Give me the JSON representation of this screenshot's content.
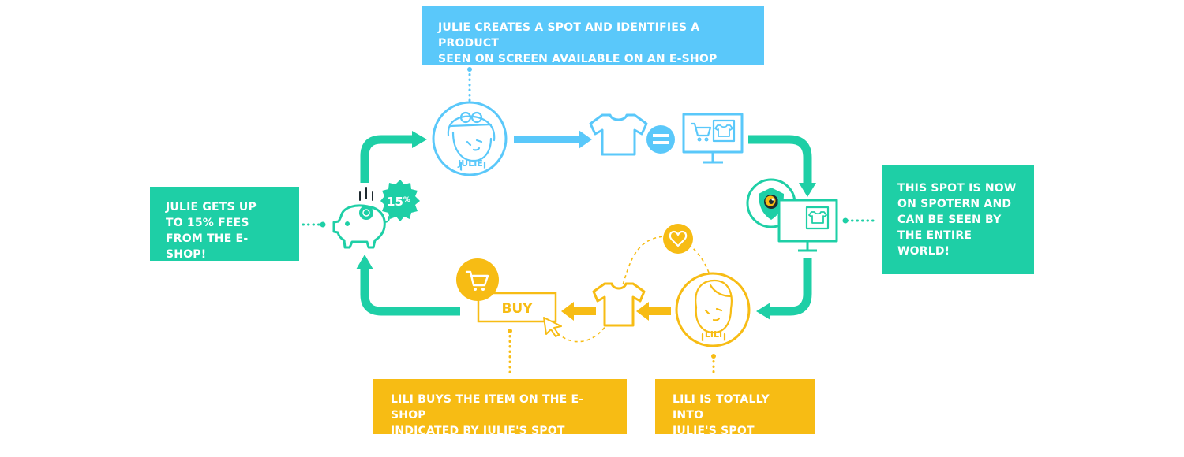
{
  "captions": {
    "top": {
      "line1": "JULIE CREATES A SPOT AND IDENTIFIES A PRODUCT",
      "line2": "SEEN ON SCREEN AVAILABLE ON AN E-SHOP"
    },
    "left": {
      "line1": "JULIE GETS UP",
      "line2": "TO 15% FEES",
      "line3": "FROM THE E-SHOP!"
    },
    "right": {
      "line1": "THIS SPOT IS NOW",
      "line2": "ON SPOTERN AND",
      "line3": "CAN BE SEEN BY",
      "line4": "THE ENTIRE",
      "line5": "WORLD!"
    },
    "bottom_left": {
      "line1": "LILI BUYS THE ITEM ON THE E-SHOP",
      "line2": "INDICATED BY JULIE'S SPOT"
    },
    "bottom_right": {
      "line1": "LILI IS TOTALLY INTO",
      "line2": "JULIE'S SPOT"
    }
  },
  "labels": {
    "julie": "JULIE",
    "lili": "LILI",
    "buy": "BUY",
    "equals": "=",
    "fee_badge_number": "15",
    "fee_badge_unit": "%"
  },
  "icons": [
    "avatar-julie",
    "tshirt-icon",
    "equals-icon",
    "monitor-shop-icon",
    "spotern-shield-icon",
    "monitor-shirt-icon",
    "avatar-lili",
    "heart-icon",
    "cart-icon",
    "cursor-icon",
    "piggy-bank-icon",
    "coin-icon",
    "fee-badge"
  ],
  "colors": {
    "blue": "#5ac8fa",
    "teal": "#1ecfa6",
    "yellow": "#f7bc14",
    "dark": "#1f2a30",
    "white": "#ffffff"
  }
}
